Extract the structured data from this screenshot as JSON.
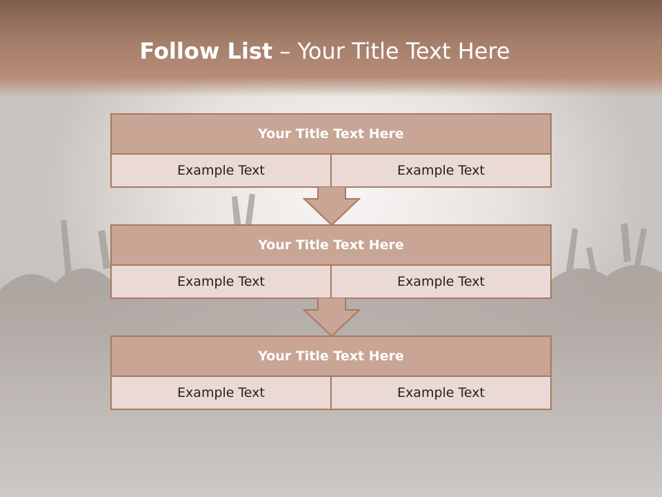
{
  "slide": {
    "title_bold": "Follow List",
    "title_rest": " – Your Title Text Here"
  },
  "colors": {
    "header": "#a57f6b",
    "box_title": "#c8a594",
    "box_cell": "#ead9d4",
    "border": "#a97860"
  },
  "steps": [
    {
      "title": "Your Title Text Here",
      "left": "Example Text",
      "right": "Example Text"
    },
    {
      "title": "Your Title Text Here",
      "left": "Example Text",
      "right": "Example Text"
    },
    {
      "title": "Your Title Text Here",
      "left": "Example Text",
      "right": "Example Text"
    }
  ]
}
